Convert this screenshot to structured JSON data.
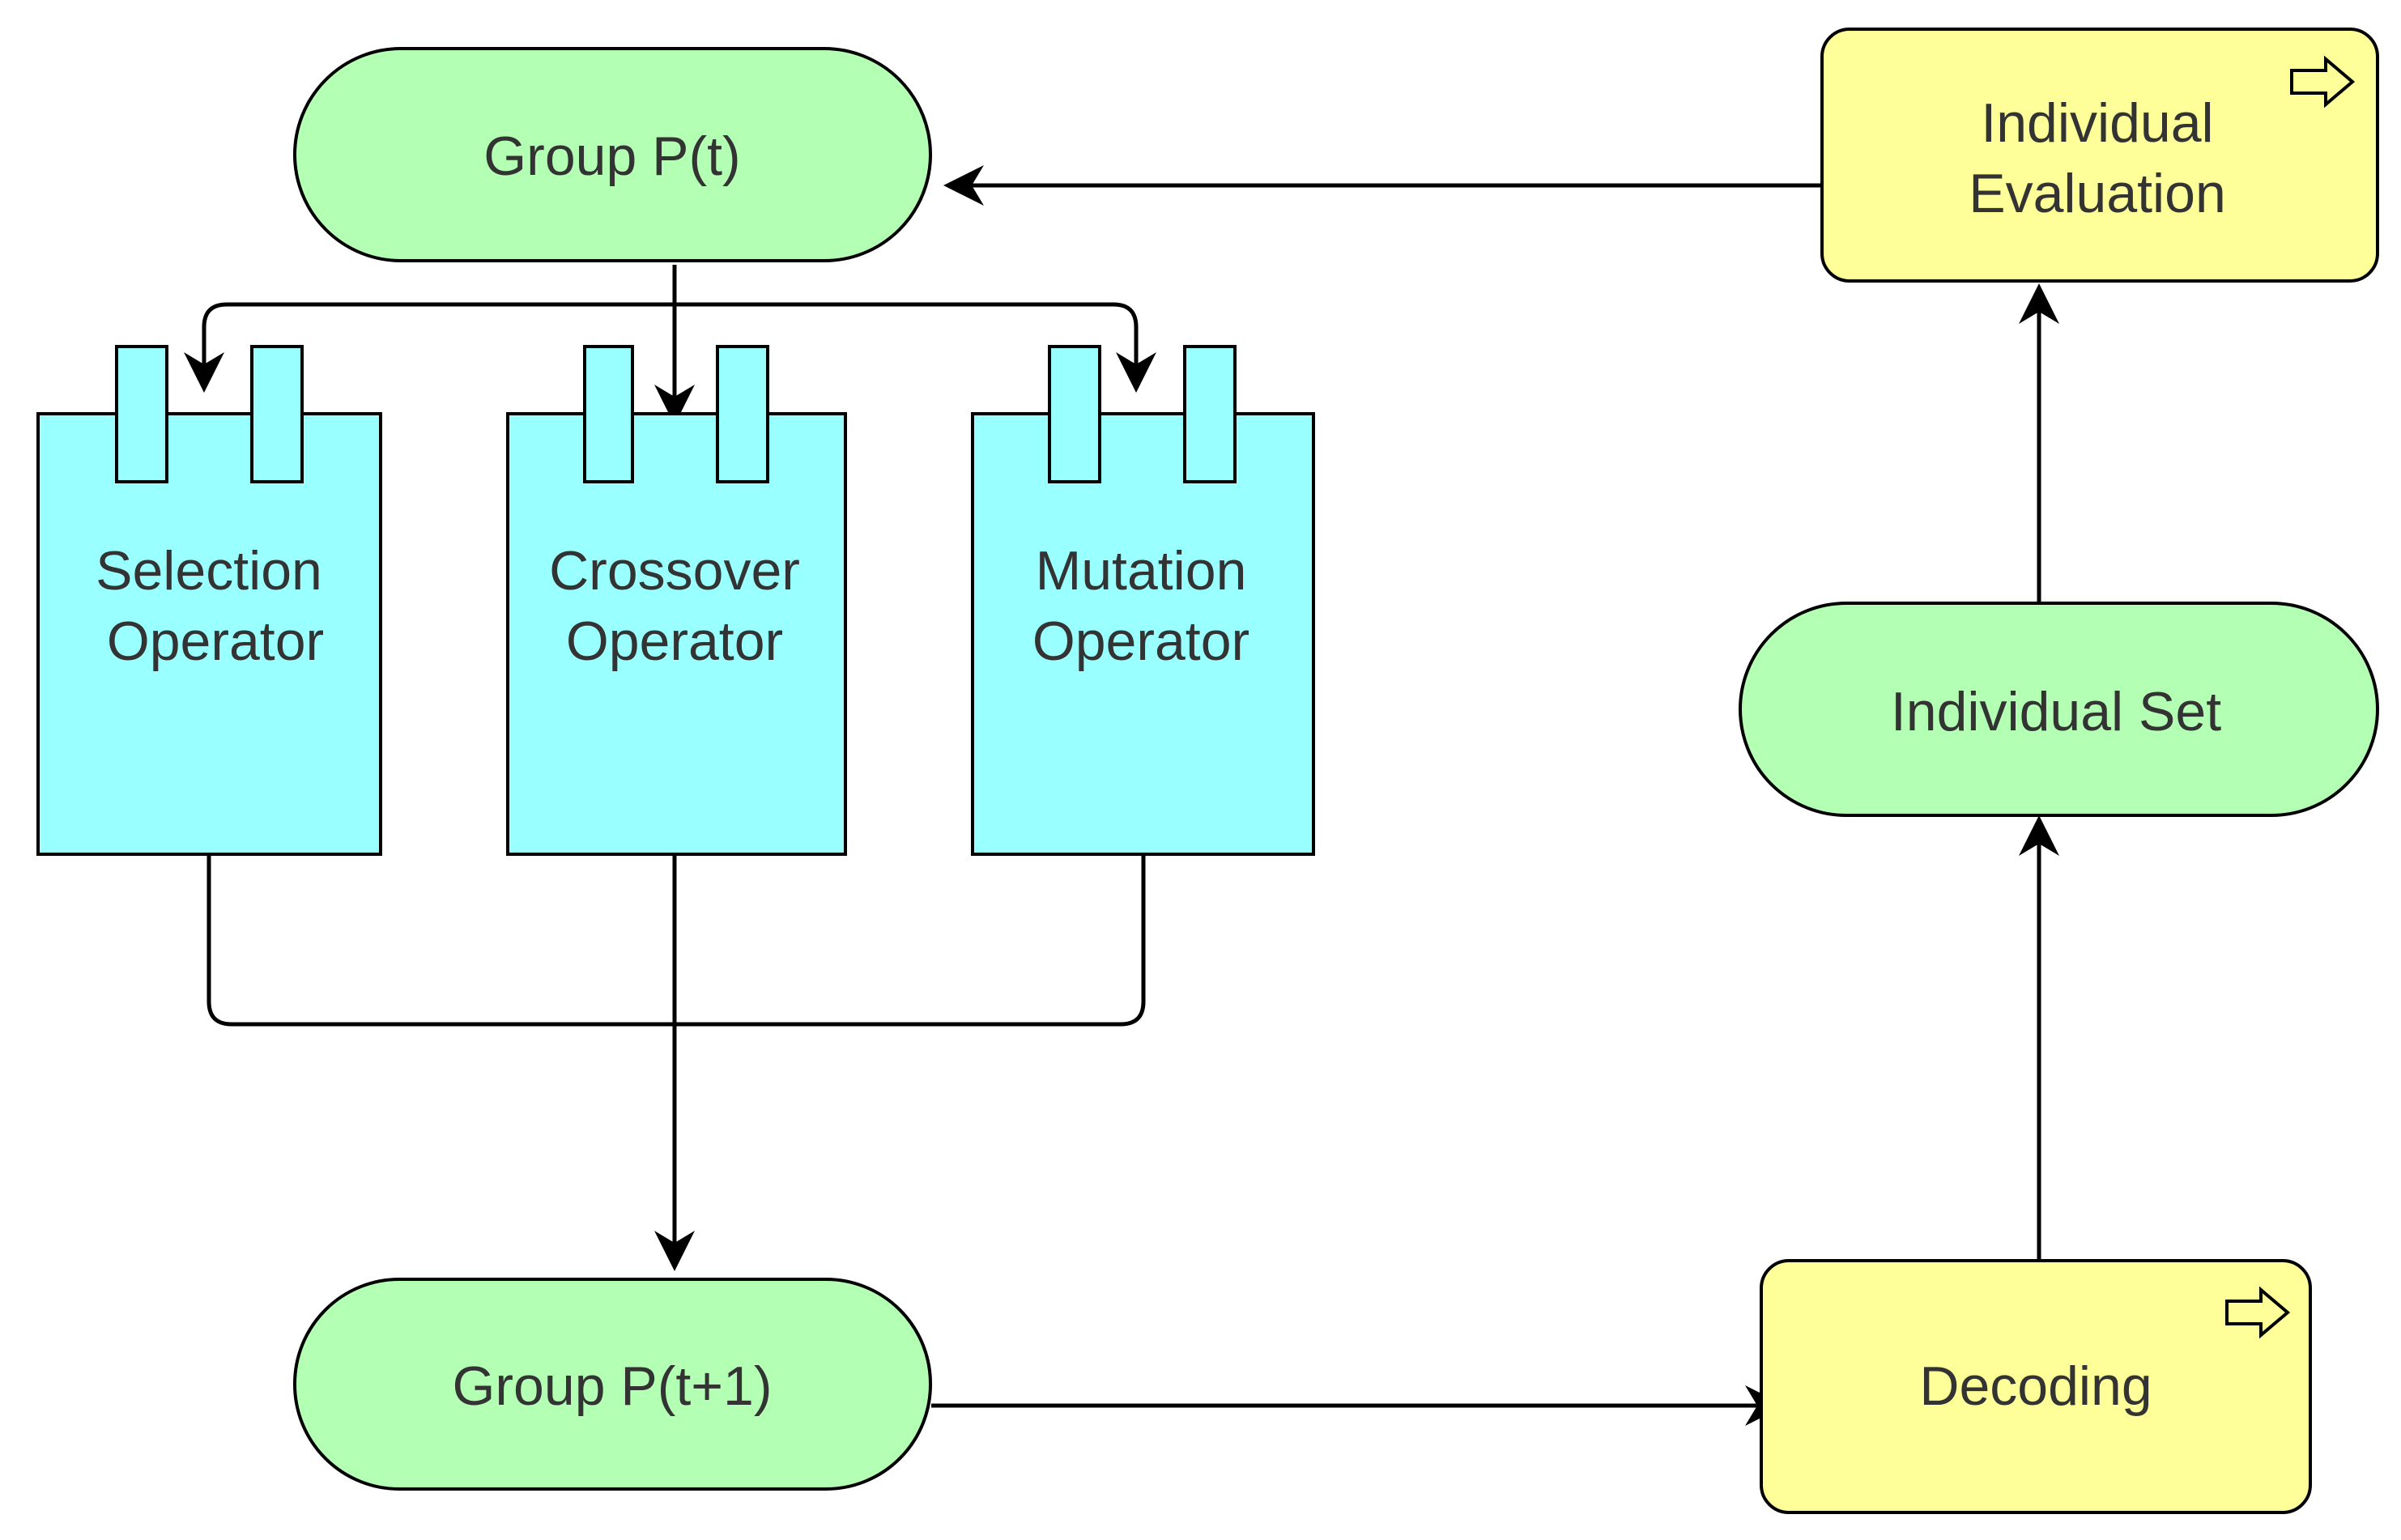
{
  "nodes": {
    "group_pt": {
      "label": "Group P(t)"
    },
    "selection": {
      "line1": "Selection",
      "line2": "Operator"
    },
    "crossover": {
      "line1": "Crossover",
      "line2": "Operator"
    },
    "mutation": {
      "line1": "Mutation",
      "line2": "Operator"
    },
    "group_pt1": {
      "label": "Group P(t+1)"
    },
    "decoding": {
      "label": "Decoding",
      "icon": "process-arrow-icon"
    },
    "individual_set": {
      "label": "Individual Set"
    },
    "individual_evaluation": {
      "line1": "Individual",
      "line2": "Evaluation",
      "icon": "process-arrow-icon"
    }
  },
  "colors": {
    "green_fill": "#b3ffb3",
    "cyan_fill": "#99ffff",
    "yellow_fill": "#ffff99",
    "stroke": "#000000",
    "text": "#333333"
  }
}
